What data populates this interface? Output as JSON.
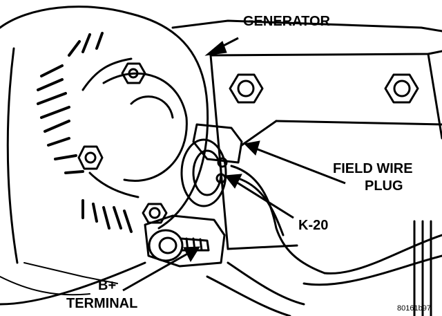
{
  "labels": {
    "generator": "GENERATOR",
    "field_wire_line1": "FIELD WIRE",
    "field_wire_line2": "PLUG",
    "k20": "K-20",
    "bplus_line1": "B+",
    "bplus_line2": "TERMINAL"
  },
  "figure_code": "80161b97",
  "colors": {
    "ink": "#000000",
    "paper": "#ffffff"
  }
}
